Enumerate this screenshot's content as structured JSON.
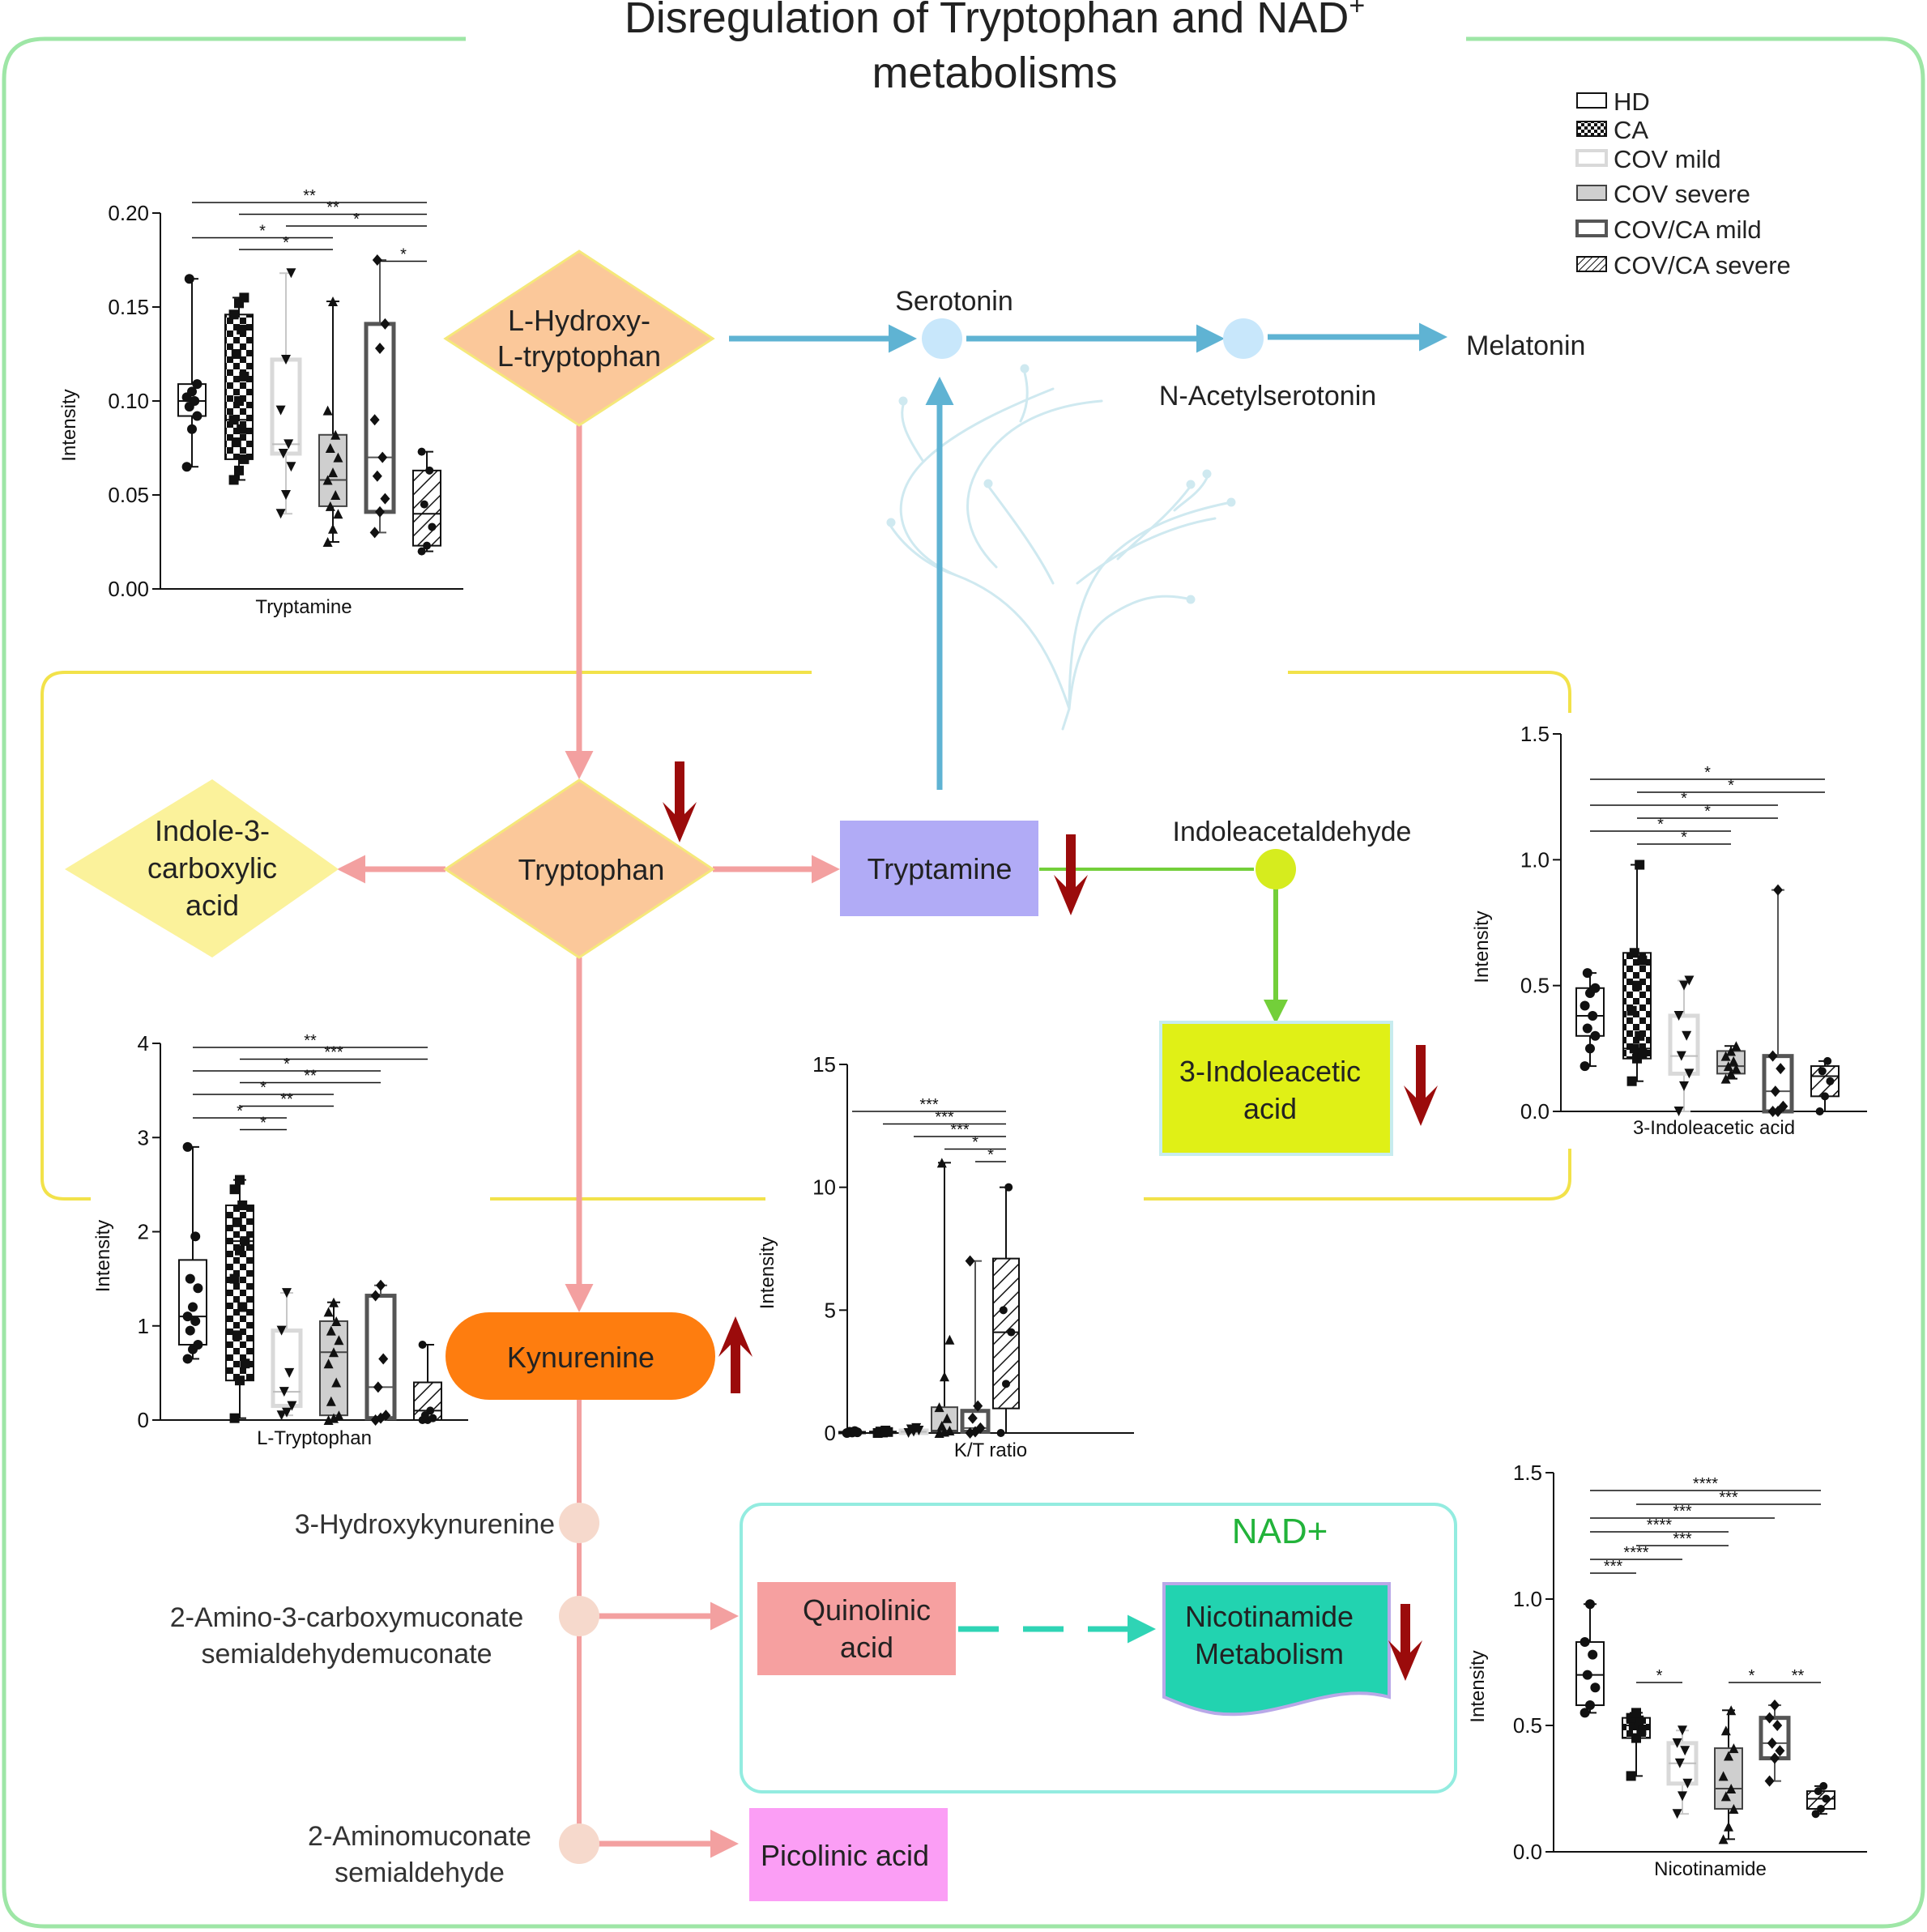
{
  "title": {
    "line1": "Disregulation of Tryptophan and NAD",
    "sup": "+",
    "line2": "metabolisms"
  },
  "legend": [
    {
      "label": "HD",
      "pattern": "open"
    },
    {
      "label": "CA",
      "pattern": "checker"
    },
    {
      "label": "COV mild",
      "pattern": "light"
    },
    {
      "label": "COV severe",
      "pattern": "gray"
    },
    {
      "label": "COV/CA mild",
      "pattern": "dark-outline"
    },
    {
      "label": "COV/CA severe",
      "pattern": "hatch"
    }
  ],
  "nodes": {
    "hydroxy_trp": [
      "L-Hydroxy-",
      "L-tryptophan"
    ],
    "serotonin": "Serotonin",
    "n_acetylserotonin": "N-Acetylserotonin",
    "melatonin": "Melatonin",
    "tryptophan": "Tryptophan",
    "indole3carb": [
      "Indole-3-",
      "carboxylic",
      "acid"
    ],
    "tryptamine": "Tryptamine",
    "indoleacetaldehyde": "Indoleacetaldehyde",
    "iaa": [
      "3-Indoleacetic",
      "acid"
    ],
    "kynurenine": "Kynurenine",
    "hydroxykyn": "3-Hydroxykynurenine",
    "acms": [
      "2-Amino-3-carboxymuconate",
      "semialdehydemuconate"
    ],
    "ams": [
      "2-Aminomuconate",
      "semialdehyde"
    ],
    "quinolinic": [
      "Quinolinic",
      "acid"
    ],
    "nad": "NAD+",
    "nicotinamide_met": [
      "Nicotinamide",
      "Metabolism"
    ],
    "picolinic": "Picolinic acid"
  },
  "colors": {
    "outer_frame": "#9ee6a6",
    "yellow_frame": "#f2e24a",
    "nad_frame": "#93ece0",
    "pink_arrow": "#f3a0a0",
    "blue_arrow": "#5fb3d3",
    "green_arrow": "#73cf3a",
    "red_arrow": "#9b0b0b",
    "diamond_orange": "#fbc89a",
    "diamond_yellow": "#fbf29b",
    "tryptamine_box": "#b1abf6",
    "iaa_box": "#e0f016",
    "kynurenine": "#fe7d0f",
    "quinolinic": "#f6a0a0",
    "nicotinamide": "#22d3b0",
    "picolinic": "#fb9ef5",
    "nad_text": "#22b33a"
  },
  "chart_data": [
    {
      "type": "box",
      "xlabel": "Tryptamine",
      "ylabel": "Intensity",
      "ylim": [
        0,
        0.2
      ],
      "yticks": [
        "0.00",
        "0.05",
        "0.10",
        "0.15",
        "0.20"
      ],
      "yticks_values": [
        0,
        0.05,
        0.1,
        0.15,
        0.2
      ],
      "groups": [
        {
          "min": 0.065,
          "q1": 0.092,
          "median": 0.1,
          "q3": 0.109,
          "max": 0.165,
          "points": [
            0.065,
            0.085,
            0.092,
            0.097,
            0.1,
            0.102,
            0.105,
            0.109,
            0.165
          ]
        },
        {
          "min": 0.058,
          "q1": 0.069,
          "median": 0.09,
          "q3": 0.146,
          "max": 0.155,
          "points": [
            0.058,
            0.063,
            0.069,
            0.078,
            0.085,
            0.09,
            0.1,
            0.113,
            0.125,
            0.138,
            0.146,
            0.152,
            0.155
          ]
        },
        {
          "min": 0.04,
          "q1": 0.072,
          "median": 0.077,
          "q3": 0.122,
          "max": 0.168,
          "points": [
            0.04,
            0.05,
            0.065,
            0.072,
            0.077,
            0.095,
            0.122,
            0.168
          ]
        },
        {
          "min": 0.025,
          "q1": 0.044,
          "median": 0.058,
          "q3": 0.082,
          "max": 0.153,
          "points": [
            0.025,
            0.032,
            0.04,
            0.044,
            0.05,
            0.058,
            0.062,
            0.07,
            0.075,
            0.082,
            0.095,
            0.153
          ]
        },
        {
          "min": 0.03,
          "q1": 0.041,
          "median": 0.07,
          "q3": 0.141,
          "max": 0.175,
          "points": [
            0.03,
            0.041,
            0.048,
            0.06,
            0.07,
            0.09,
            0.128,
            0.141,
            0.175
          ]
        },
        {
          "min": 0.02,
          "q1": 0.023,
          "median": 0.04,
          "q3": 0.063,
          "max": 0.073,
          "points": [
            0.02,
            0.023,
            0.033,
            0.045,
            0.063,
            0.073
          ]
        }
      ],
      "significance": [
        {
          "from": 0,
          "to": 5,
          "label": "**"
        },
        {
          "from": 1,
          "to": 5,
          "label": "**"
        },
        {
          "from": 2,
          "to": 5,
          "label": "*"
        },
        {
          "from": 0,
          "to": 3,
          "label": "*"
        },
        {
          "from": 1,
          "to": 3,
          "label": "*"
        },
        {
          "from": 4,
          "to": 5,
          "label": "*"
        }
      ]
    },
    {
      "type": "box",
      "xlabel": "L-Tryptophan",
      "ylabel": "Intensity",
      "ylim": [
        0,
        4
      ],
      "yticks": [
        "0",
        "1",
        "2",
        "3",
        "4"
      ],
      "yticks_values": [
        0,
        1,
        2,
        3,
        4
      ],
      "groups": [
        {
          "min": 0.65,
          "q1": 0.8,
          "median": 1.1,
          "q3": 1.7,
          "max": 2.9,
          "points": [
            0.65,
            0.75,
            0.8,
            0.95,
            1.05,
            1.1,
            1.2,
            1.4,
            1.5,
            1.95,
            2.9
          ]
        },
        {
          "min": 0.02,
          "q1": 0.42,
          "median": 1.9,
          "q3": 2.28,
          "max": 2.55,
          "points": [
            0.02,
            0.42,
            0.6,
            0.9,
            1.2,
            1.5,
            1.8,
            1.9,
            2.1,
            2.28,
            2.45,
            2.55
          ]
        },
        {
          "min": 0.05,
          "q1": 0.15,
          "median": 0.3,
          "q3": 0.95,
          "max": 1.35,
          "points": [
            0.05,
            0.08,
            0.15,
            0.3,
            0.5,
            0.95,
            1.35
          ]
        },
        {
          "min": 0.0,
          "q1": 0.05,
          "median": 0.72,
          "q3": 1.05,
          "max": 1.25,
          "points": [
            0.0,
            0.02,
            0.05,
            0.2,
            0.4,
            0.6,
            0.72,
            0.85,
            0.95,
            1.05,
            1.15,
            1.25
          ]
        },
        {
          "min": 0.0,
          "q1": 0.02,
          "median": 0.35,
          "q3": 1.32,
          "max": 1.43,
          "points": [
            0.0,
            0.02,
            0.05,
            0.35,
            0.65,
            1.32,
            1.43
          ]
        },
        {
          "min": 0.0,
          "q1": 0.0,
          "median": 0.1,
          "q3": 0.4,
          "max": 0.8,
          "points": [
            0.0,
            0.0,
            0.02,
            0.05,
            0.1,
            0.8
          ]
        }
      ],
      "significance": [
        {
          "from": 0,
          "to": 5,
          "label": "**"
        },
        {
          "from": 1,
          "to": 5,
          "label": "***"
        },
        {
          "from": 0,
          "to": 4,
          "label": "*"
        },
        {
          "from": 1,
          "to": 4,
          "label": "**"
        },
        {
          "from": 0,
          "to": 3,
          "label": "*"
        },
        {
          "from": 1,
          "to": 3,
          "label": "**"
        },
        {
          "from": 0,
          "to": 2,
          "label": "*"
        },
        {
          "from": 1,
          "to": 2,
          "label": "*"
        }
      ]
    },
    {
      "type": "box",
      "xlabel": "K/T ratio",
      "ylabel": "Intensity",
      "ylim": [
        0,
        15
      ],
      "yticks": [
        "0",
        "5",
        "10",
        "15"
      ],
      "yticks_values": [
        0,
        5,
        10,
        15
      ],
      "groups": [
        {
          "min": 0.0,
          "q1": 0.0,
          "median": 0.02,
          "q3": 0.05,
          "max": 0.08,
          "points": [
            0.0,
            0.02,
            0.03,
            0.05,
            0.08
          ]
        },
        {
          "min": 0.0,
          "q1": 0.0,
          "median": 0.02,
          "q3": 0.06,
          "max": 0.1,
          "points": [
            0.0,
            0.02,
            0.04,
            0.06,
            0.1
          ]
        },
        {
          "min": 0.0,
          "q1": 0.0,
          "median": 0.05,
          "q3": 0.1,
          "max": 0.2,
          "points": [
            0.0,
            0.05,
            0.1,
            0.15,
            0.2
          ]
        },
        {
          "min": 0.0,
          "q1": 0.05,
          "median": 0.1,
          "q3": 1.05,
          "max": 11.0,
          "points": [
            0.0,
            0.05,
            0.1,
            0.3,
            0.6,
            1.05,
            2.3,
            3.8,
            11.0
          ]
        },
        {
          "min": 0.0,
          "q1": 0.05,
          "median": 0.2,
          "q3": 0.9,
          "max": 7.0,
          "points": [
            0.0,
            0.05,
            0.2,
            0.6,
            1.1,
            7.0
          ]
        },
        {
          "min": 0.0,
          "q1": 1.0,
          "median": 4.1,
          "q3": 7.1,
          "max": 10.0,
          "points": [
            0.0,
            2.0,
            4.1,
            5.0,
            10.0
          ]
        }
      ],
      "significance": [
        {
          "from": 0,
          "to": 5,
          "label": "***"
        },
        {
          "from": 1,
          "to": 5,
          "label": "***"
        },
        {
          "from": 2,
          "to": 5,
          "label": "***"
        },
        {
          "from": 3,
          "to": 5,
          "label": "*"
        },
        {
          "from": 4,
          "to": 5,
          "label": "*"
        }
      ]
    },
    {
      "type": "box",
      "xlabel": "3-Indoleacetic acid",
      "ylabel": "Intensity",
      "ylim": [
        0,
        1.5
      ],
      "yticks": [
        "0.0",
        "0.5",
        "1.0",
        "1.5"
      ],
      "yticks_values": [
        0,
        0.5,
        1.0,
        1.5
      ],
      "groups": [
        {
          "min": 0.18,
          "q1": 0.3,
          "median": 0.38,
          "q3": 0.49,
          "max": 0.55,
          "points": [
            0.18,
            0.25,
            0.3,
            0.33,
            0.38,
            0.42,
            0.47,
            0.49,
            0.55
          ]
        },
        {
          "min": 0.12,
          "q1": 0.21,
          "median": 0.25,
          "q3": 0.63,
          "max": 0.98,
          "points": [
            0.12,
            0.21,
            0.23,
            0.25,
            0.3,
            0.4,
            0.5,
            0.6,
            0.63,
            0.98
          ]
        },
        {
          "min": 0.0,
          "q1": 0.15,
          "median": 0.22,
          "q3": 0.38,
          "max": 0.52,
          "points": [
            0.0,
            0.1,
            0.15,
            0.22,
            0.3,
            0.38,
            0.5,
            0.52
          ]
        },
        {
          "min": 0.13,
          "q1": 0.15,
          "median": 0.18,
          "q3": 0.24,
          "max": 0.26,
          "points": [
            0.13,
            0.15,
            0.17,
            0.18,
            0.2,
            0.22,
            0.24,
            0.26
          ]
        },
        {
          "min": 0.0,
          "q1": 0.0,
          "median": 0.08,
          "q3": 0.22,
          "max": 0.88,
          "points": [
            0.0,
            0.0,
            0.02,
            0.08,
            0.17,
            0.22,
            0.88
          ]
        },
        {
          "min": 0.0,
          "q1": 0.06,
          "median": 0.14,
          "q3": 0.18,
          "max": 0.2,
          "points": [
            0.0,
            0.06,
            0.12,
            0.16,
            0.2
          ]
        }
      ],
      "significance": [
        {
          "from": 0,
          "to": 5,
          "label": "*"
        },
        {
          "from": 1,
          "to": 5,
          "label": "*"
        },
        {
          "from": 0,
          "to": 4,
          "label": "*"
        },
        {
          "from": 1,
          "to": 4,
          "label": "*"
        },
        {
          "from": 0,
          "to": 3,
          "label": "*"
        },
        {
          "from": 1,
          "to": 3,
          "label": "*"
        }
      ]
    },
    {
      "type": "box",
      "xlabel": "Nicotinamide",
      "ylabel": "Intensity",
      "ylim": [
        0,
        1.5
      ],
      "yticks": [
        "0.0",
        "0.5",
        "1.0",
        "1.5"
      ],
      "yticks_values": [
        0,
        0.5,
        1.0,
        1.5
      ],
      "groups": [
        {
          "min": 0.55,
          "q1": 0.58,
          "median": 0.7,
          "q3": 0.83,
          "max": 0.98,
          "points": [
            0.55,
            0.58,
            0.65,
            0.7,
            0.78,
            0.83,
            0.98
          ]
        },
        {
          "min": 0.3,
          "q1": 0.45,
          "median": 0.5,
          "q3": 0.53,
          "max": 0.55,
          "points": [
            0.3,
            0.45,
            0.48,
            0.5,
            0.52,
            0.53,
            0.55
          ]
        },
        {
          "min": 0.15,
          "q1": 0.27,
          "median": 0.35,
          "q3": 0.43,
          "max": 0.48,
          "points": [
            0.15,
            0.22,
            0.27,
            0.35,
            0.4,
            0.43,
            0.48
          ]
        },
        {
          "min": 0.05,
          "q1": 0.17,
          "median": 0.25,
          "q3": 0.41,
          "max": 0.56,
          "points": [
            0.05,
            0.1,
            0.17,
            0.22,
            0.25,
            0.3,
            0.38,
            0.41,
            0.48,
            0.56
          ]
        },
        {
          "min": 0.28,
          "q1": 0.37,
          "median": 0.43,
          "q3": 0.53,
          "max": 0.58,
          "points": [
            0.28,
            0.37,
            0.4,
            0.43,
            0.5,
            0.53,
            0.58
          ]
        },
        {
          "min": 0.15,
          "q1": 0.17,
          "median": 0.21,
          "q3": 0.24,
          "max": 0.26,
          "points": [
            0.15,
            0.17,
            0.21,
            0.24,
            0.26
          ]
        }
      ],
      "significance": [
        {
          "from": 0,
          "to": 5,
          "label": "****"
        },
        {
          "from": 1,
          "to": 5,
          "label": "***"
        },
        {
          "from": 0,
          "to": 4,
          "label": "***"
        },
        {
          "from": 0,
          "to": 3,
          "label": "****"
        },
        {
          "from": 1,
          "to": 3,
          "label": "***"
        },
        {
          "from": 0,
          "to": 2,
          "label": "****"
        },
        {
          "from": 0,
          "to": 1,
          "label": "***"
        },
        {
          "from": 1,
          "to": 2,
          "label": "*"
        },
        {
          "from": 3,
          "to": 4,
          "label": "*"
        },
        {
          "from": 4,
          "to": 5,
          "label": "**"
        }
      ]
    }
  ]
}
